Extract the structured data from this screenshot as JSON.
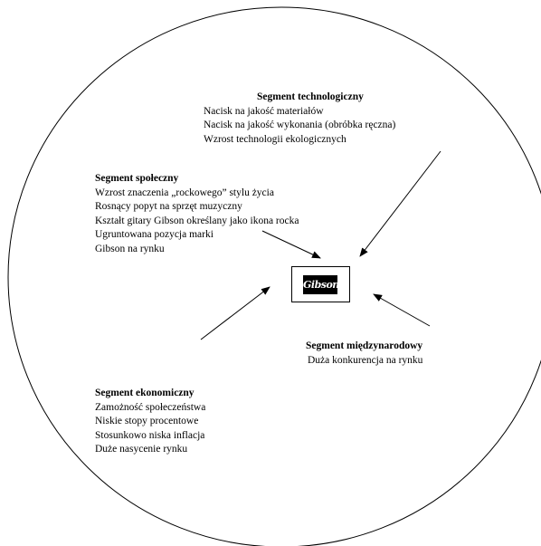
{
  "center": {
    "logo_text": "Gibson",
    "logo_icon": "gibson-logo"
  },
  "segments": {
    "technological": {
      "title": "Segment technologiczny",
      "items": [
        "Nacisk na jakość materiałów",
        "Nacisk na jakość wykonania (obróbka ręczna)",
        "Wzrost technologii ekologicznych"
      ]
    },
    "social": {
      "title": "Segment społeczny",
      "items": [
        "Wzrost znaczenia „rockowego” stylu życia",
        "Rosnący popyt na sprzęt muzyczny",
        "Kształt gitary Gibson określany jako ikona rocka",
        "Ugruntowana pozycja marki",
        "Gibson na rynku"
      ]
    },
    "international": {
      "title": "Segment międzynarodowy",
      "items": [
        "Duża konkurencja na rynku"
      ]
    },
    "economic": {
      "title": "Segment ekonomiczny",
      "items": [
        "Zamożność społeczeństwa",
        "Niskie stopy procentowe",
        "Stosunkowo niska inflacja",
        "Duże nasycenie rynku"
      ]
    }
  }
}
